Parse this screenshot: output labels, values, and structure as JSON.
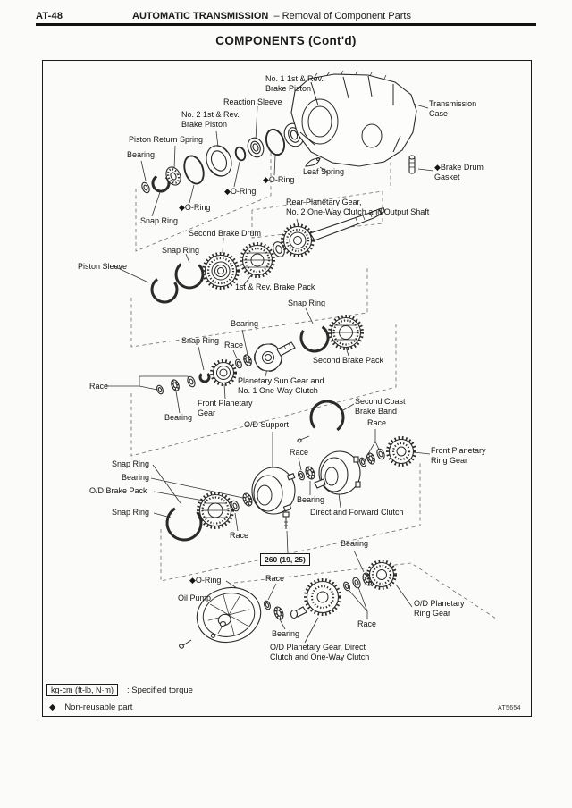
{
  "header": {
    "page_code": "AT-48",
    "section": "AUTOMATIC TRANSMISSION",
    "subsection": "– Removal of Component Parts"
  },
  "title": "COMPONENTS (Cont'd)",
  "figure": {
    "code": "AT5654",
    "torque_spec": "260 (19, 25)",
    "labels": [
      {
        "id": "no1-brake-piston",
        "text": "No. 1 1st & Rev.\nBrake Piston"
      },
      {
        "id": "reaction-sleeve",
        "text": "Reaction Sleeve"
      },
      {
        "id": "no2-brake-piston",
        "text": "No. 2 1st & Rev.\nBrake Piston"
      },
      {
        "id": "piston-return-spring",
        "text": "Piston Return Spring"
      },
      {
        "id": "bearing",
        "text": "Bearing"
      },
      {
        "id": "transmission-case",
        "text": "Transmission\nCase"
      },
      {
        "id": "brake-drum-gasket",
        "text": "◆Brake Drum\n Gasket"
      },
      {
        "id": "leaf-spring",
        "text": "Leaf Spring"
      },
      {
        "id": "o-ring",
        "text": "◆O-Ring"
      },
      {
        "id": "o-ring",
        "text": "◆O-Ring"
      },
      {
        "id": "o-ring",
        "text": "◆O-Ring"
      },
      {
        "id": "snap-ring",
        "text": "Snap Ring"
      },
      {
        "id": "rear-planetary-gear",
        "text": "Rear Planetary Gear,\nNo. 2 One-Way Clutch and Output Shaft"
      },
      {
        "id": "second-brake-drum",
        "text": "Second Brake Drum"
      },
      {
        "id": "snap-ring",
        "text": "Snap Ring"
      },
      {
        "id": "piston-sleeve",
        "text": "Piston Sleeve"
      },
      {
        "id": "first-rev-brake-pack",
        "text": "1st & Rev. Brake Pack"
      },
      {
        "id": "snap-ring",
        "text": "Snap Ring"
      },
      {
        "id": "bearing",
        "text": "Bearing"
      },
      {
        "id": "snap-ring",
        "text": "Snap Ring"
      },
      {
        "id": "race",
        "text": "Race"
      },
      {
        "id": "second-brake-pack",
        "text": "Second Brake Pack"
      },
      {
        "id": "race",
        "text": "Race"
      },
      {
        "id": "planetary-sun-gear",
        "text": "Planetary Sun Gear and\nNo. 1 One-Way Clutch"
      },
      {
        "id": "front-planetary-gear",
        "text": "Front Planetary\nGear"
      },
      {
        "id": "bearing",
        "text": "Bearing"
      },
      {
        "id": "second-coast-brake-band",
        "text": "Second Coast\nBrake Band"
      },
      {
        "id": "od-support",
        "text": "O/D Support"
      },
      {
        "id": "race",
        "text": "Race"
      },
      {
        "id": "race",
        "text": "Race"
      },
      {
        "id": "front-planetary-ring-gear",
        "text": "Front Planetary\nRing Gear"
      },
      {
        "id": "snap-ring",
        "text": "Snap Ring"
      },
      {
        "id": "bearing",
        "text": "Bearing"
      },
      {
        "id": "od-brake-pack",
        "text": "O/D Brake Pack"
      },
      {
        "id": "snap-ring",
        "text": "Snap Ring"
      },
      {
        "id": "bearing",
        "text": "Bearing"
      },
      {
        "id": "direct-forward-clutch",
        "text": "Direct and Forward Clutch"
      },
      {
        "id": "race",
        "text": "Race"
      },
      {
        "id": "bearing",
        "text": "Bearing"
      },
      {
        "id": "o-ring",
        "text": "◆O-Ring"
      },
      {
        "id": "race",
        "text": "Race"
      },
      {
        "id": "oil-pump",
        "text": "Oil Pump"
      },
      {
        "id": "bearing",
        "text": "Bearing"
      },
      {
        "id": "od-planetary-gear",
        "text": "O/D Planetary Gear, Direct\nClutch and One-Way Clutch"
      },
      {
        "id": "race",
        "text": "Race"
      },
      {
        "id": "od-planetary-ring-gear",
        "text": "O/D Planetary\nRing Gear"
      }
    ]
  },
  "legend": {
    "torque_unit": "kg-cm (ft-lb, N·m)",
    "torque_desc": ":  Specified torque",
    "nonreusable_symbol": "◆",
    "nonreusable_desc": "Non-reusable part"
  }
}
